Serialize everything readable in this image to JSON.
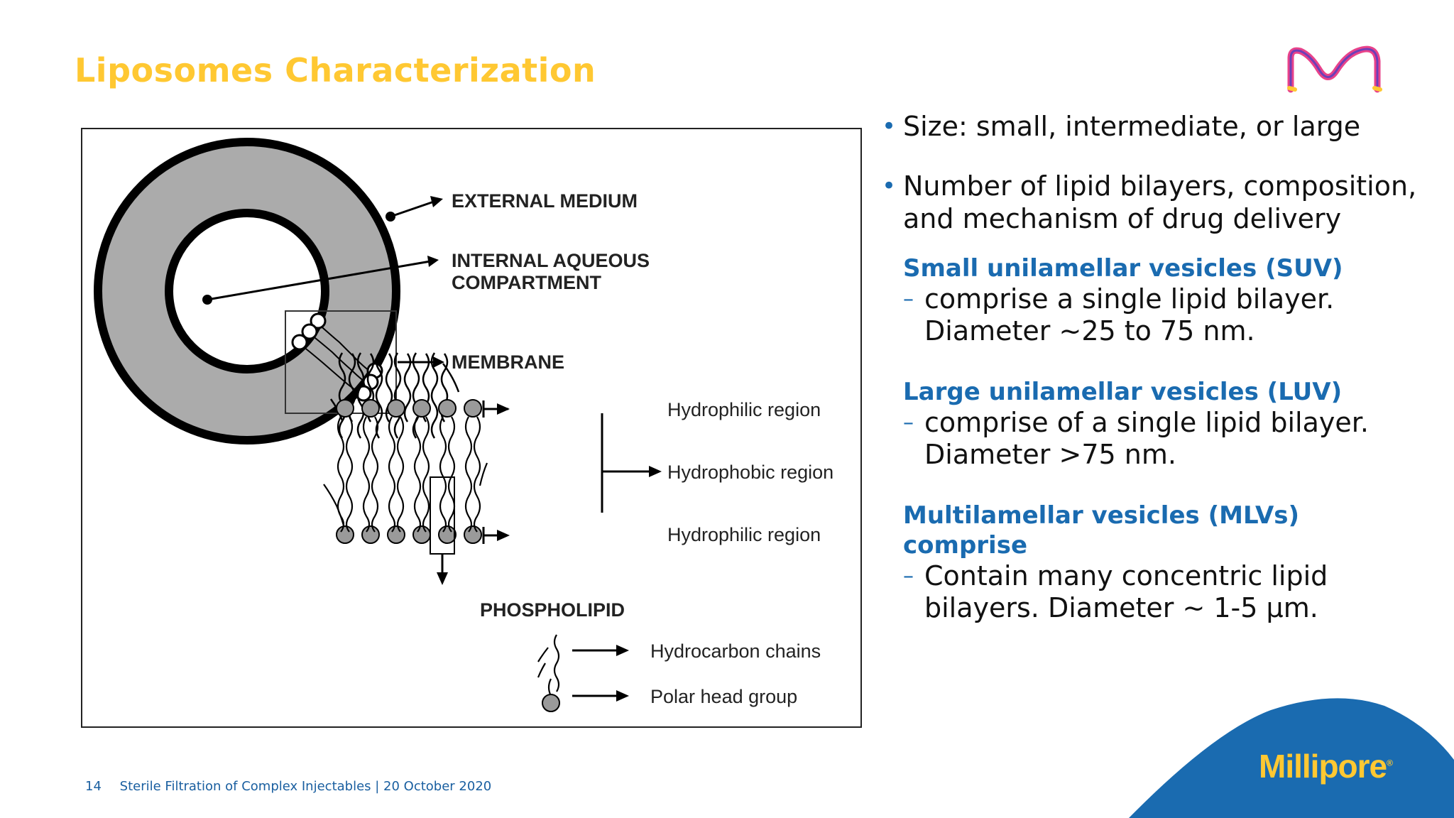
{
  "slide": {
    "title": "Liposomes Characterization",
    "slide_number": "14",
    "footer_text": "Sterile Filtration of Complex Injectables | 20 October 2020",
    "brand_name": "Millipore",
    "brand_mark": "®",
    "colors": {
      "title": "#ffc832",
      "accent": "#1a6bb0",
      "brand_blue": "#1a6bb0"
    }
  },
  "figure": {
    "labels": {
      "external_medium": "EXTERNAL MEDIUM",
      "internal_aqueous": "INTERNAL AQUEOUS",
      "compartment": "COMPARTMENT",
      "membrane": "MEMBRANE",
      "hydrophilic_top": "Hydrophilic region",
      "hydrophobic": "Hydrophobic region",
      "hydrophilic_bottom": "Hydrophilic region",
      "phospholipid": "PHOSPHOLIPID",
      "hydrocarbon_chains": "Hydrocarbon chains",
      "polar_head_group": "Polar head group"
    }
  },
  "content": {
    "bullets": [
      "Size: small, intermediate, or large",
      "Number of lipid bilayers, composition, and mechanism of drug delivery"
    ],
    "sections": [
      {
        "title": "Small unilamellar vesicles (SUV)",
        "text": "comprise a single lipid bilayer. Diameter ~25 to 75 nm."
      },
      {
        "title": "Large unilamellar vesicles (LUV)",
        "text": "comprise of a single lipid bilayer. Diameter >75 nm."
      },
      {
        "title": "Multilamellar vesicles (MLVs) comprise",
        "text": "Contain many concentric lipid bilayers. Diameter ~ 1-5 µm."
      }
    ]
  }
}
